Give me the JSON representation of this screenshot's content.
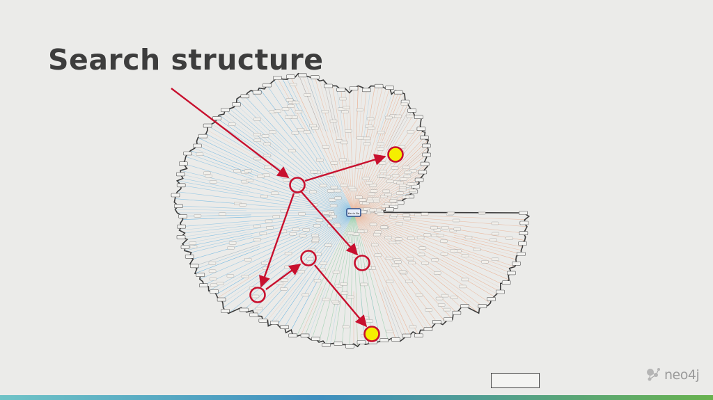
{
  "slide": {
    "title": "Search structure"
  },
  "graph": {
    "center_label": "Kevin Ba",
    "color_left_cluster": "#5aaee0",
    "color_right_cluster": "#eaa07a",
    "color_green_cluster": "#6cc08a",
    "highlight_color": "#c8102e",
    "target_fill": "#f5ee00"
  },
  "logo": {
    "text": "neo4j",
    "icon": "neo4j-graph-icon"
  }
}
